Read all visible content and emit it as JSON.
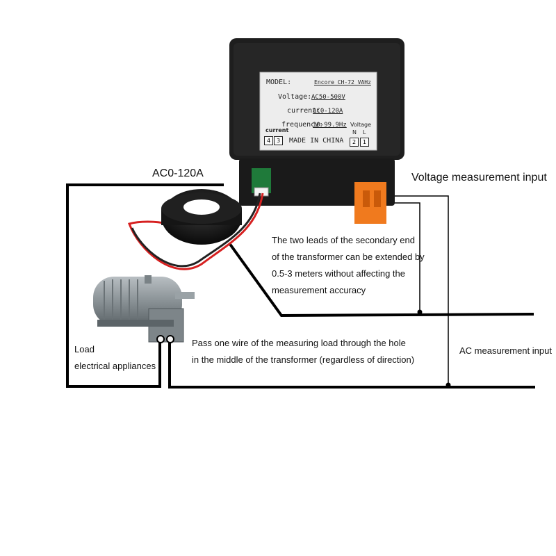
{
  "plate": {
    "model_label": "MODEL:",
    "model_value": "Encore CH-72 VAHz",
    "voltage_label": "Voltage:",
    "voltage_value": "AC50-500V",
    "current_label": "current:",
    "current_value": "AC0-120A",
    "frequency_label": "frequency:",
    "frequency_value": "10-99.9Hz",
    "current_terminal_label": "current",
    "current_terminals": [
      "4",
      "3"
    ],
    "made_in": "MADE IN CHINA",
    "voltage_terminal_label": "Voltage",
    "voltage_terminal_letters": [
      "N",
      "L"
    ],
    "voltage_terminals": [
      "2",
      "1"
    ]
  },
  "labels": {
    "ct_range": "AC0-120A",
    "voltage_input": "Voltage measurement input",
    "extension_note": [
      "The two leads of the secondary end",
      "of the transformer can be extended by",
      "0.5-3 meters without affecting the",
      "measurement accuracy"
    ],
    "load": [
      "Load",
      "electrical appliances"
    ],
    "pass_wire_note": [
      "Pass one wire of the measuring load through the hole",
      "in the middle of the transformer (regardless of direction)"
    ],
    "ac_input": "AC measurement input"
  },
  "colors": {
    "meter_body": "#1e1e1e",
    "label_plate": "#ededed",
    "terminal_orange": "#f07a1e",
    "ct_body": "#151515",
    "red_lead": "#d62020",
    "motor": "#8a9296",
    "wire": "#000000"
  }
}
